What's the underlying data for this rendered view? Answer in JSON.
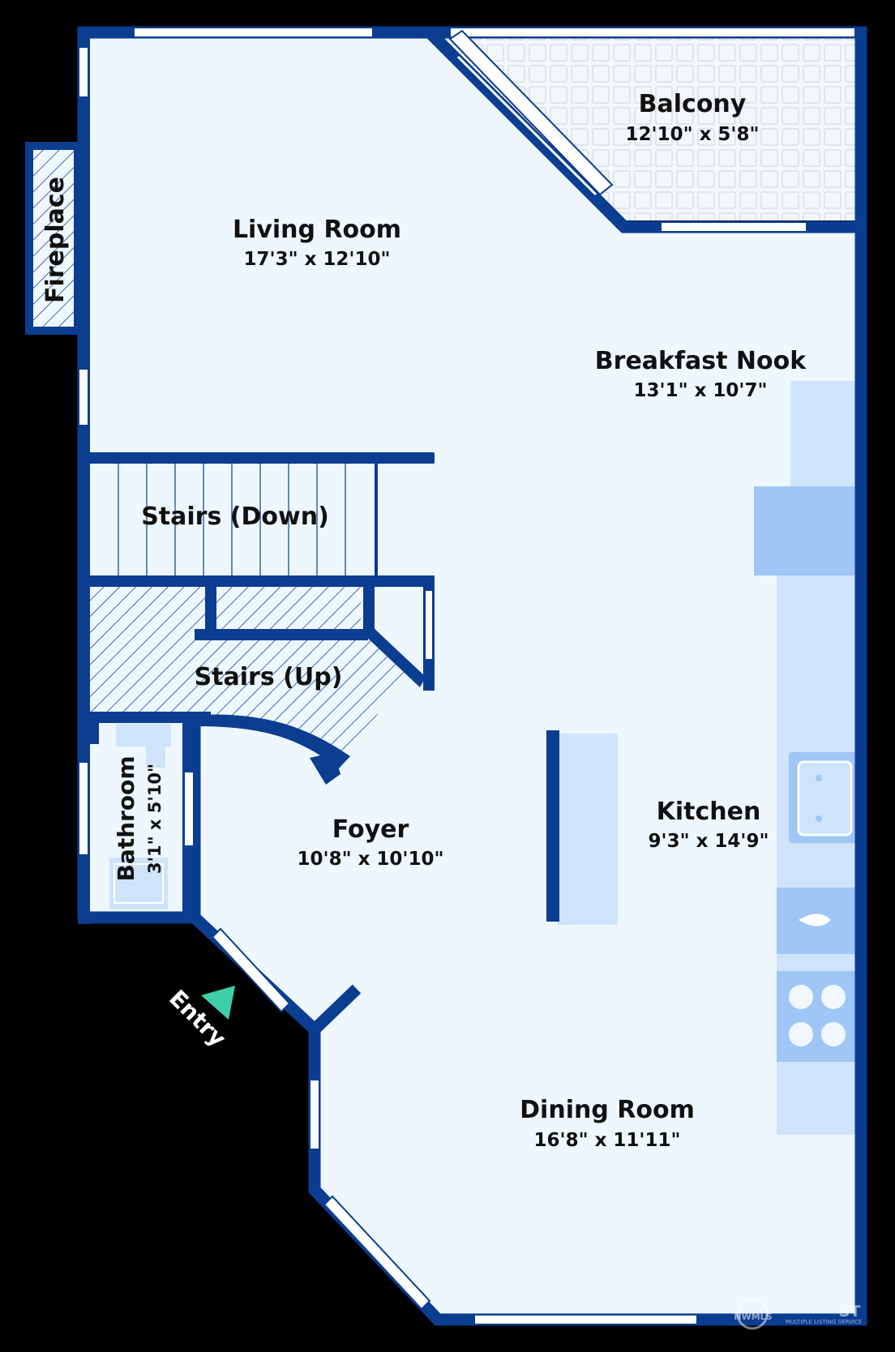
{
  "floorplan": {
    "rooms": [
      {
        "name": "Balcony",
        "dims": "12'10\" x 5'8\""
      },
      {
        "name": "Living Room",
        "dims": "17'3\" x 12'10\""
      },
      {
        "name": "Breakfast Nook",
        "dims": "13'1\" x 10'7\""
      },
      {
        "name": "Stairs (Down)",
        "dims": ""
      },
      {
        "name": "Stairs (Up)",
        "dims": ""
      },
      {
        "name": "Kitchen",
        "dims": "9'3\" x 14'9\""
      },
      {
        "name": "Foyer",
        "dims": "10'8\" x 10'10\""
      },
      {
        "name": "Bathroom",
        "dims": "3'1\" x 5'10\""
      },
      {
        "name": "Dining Room",
        "dims": "16'8\" x 11'11\""
      }
    ],
    "fireplace_label": "Fireplace",
    "entry_label": "Entry",
    "watermark": {
      "brand": "NWMLS",
      "line1": "ST",
      "line2": "MULTIPLE LISTING SERVICE"
    }
  },
  "colors": {
    "background": "#000000",
    "floor": "#eef7fe",
    "wall": "#0b3d91",
    "cabinet": "#cfe3fb",
    "appliance": "#9fc6f5",
    "entry_marker": "#3ecfa8"
  }
}
